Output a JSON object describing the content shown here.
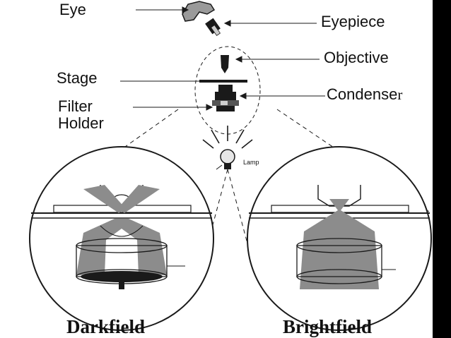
{
  "labels": {
    "eye": "Eye",
    "eyepiece": "Eyepiece",
    "objective": "Objective",
    "stage": "Stage",
    "condenser_main": "Condense",
    "condenser_tail": "r",
    "filter_line1": "Filter",
    "filter_line2": "Holder",
    "lamp": "Lamp"
  },
  "modes": {
    "left": "Darkfield",
    "right": "Brightfield"
  },
  "colors": {
    "line": "#1a1a1a",
    "gray": "#8c8c8c",
    "background": "#ffffff",
    "edge_bar": "#000000"
  }
}
